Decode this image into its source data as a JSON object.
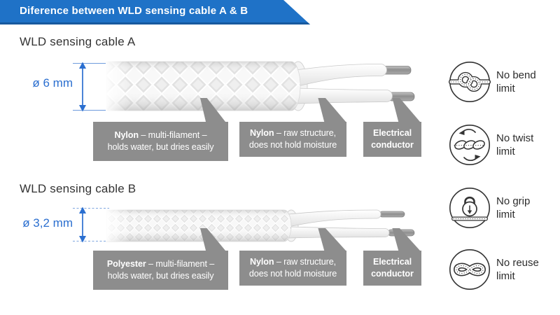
{
  "header": {
    "title": "Diference between WLD sensing cable A & B"
  },
  "colors": {
    "banner_blue": "#1f72c7",
    "accent_blue": "#2b6fd0",
    "callout_gray": "#8d8d8d",
    "icon_stroke": "#333333"
  },
  "cable_a": {
    "heading": "WLD sensing cable A",
    "diameter": "ø 6 mm",
    "callouts": [
      {
        "bold": "Nylon",
        "rest": " – multi-filament –",
        "line2": "holds water, but dries easily"
      },
      {
        "bold": "Nylon",
        "rest": " – raw structure,",
        "line2": "does not hold moisture"
      },
      {
        "bold": "Electrical",
        "rest": "",
        "line2": "conductor"
      }
    ]
  },
  "cable_b": {
    "heading": "WLD sensing cable B",
    "diameter": "ø 3,2 mm",
    "callouts": [
      {
        "bold": "Polyester",
        "rest": " – multi-filament –",
        "line2": "holds water, but dries easily"
      },
      {
        "bold": "Nylon",
        "rest": " – raw structure,",
        "line2": "does not hold moisture"
      },
      {
        "bold": "Electrical",
        "rest": "",
        "line2": "conductor"
      }
    ]
  },
  "limits": [
    {
      "icon": "knot-icon",
      "label": "No bend limit"
    },
    {
      "icon": "twist-icon",
      "label": "No twist limit"
    },
    {
      "icon": "grip-icon",
      "label": "No grip limit"
    },
    {
      "icon": "reuse-icon",
      "label": "No reuse limit"
    }
  ]
}
